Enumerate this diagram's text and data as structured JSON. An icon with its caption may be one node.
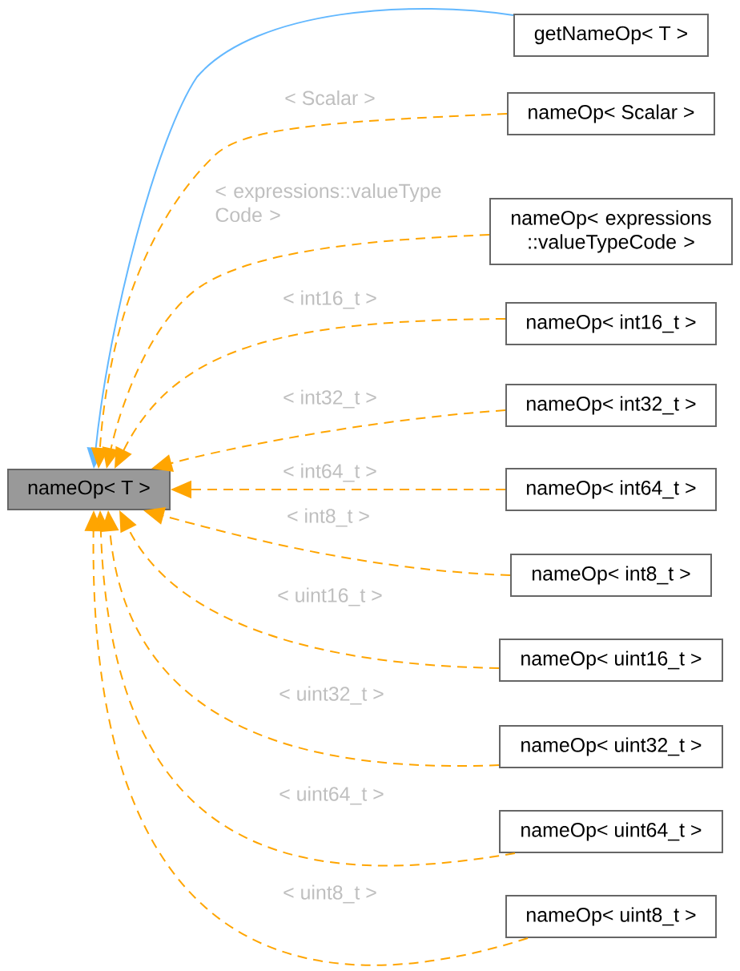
{
  "diagram": {
    "nodes": [
      {
        "text": [
          "nameOp< T >"
        ]
      },
      {
        "text": [
          "getNameOp< T >"
        ]
      },
      {
        "text": [
          "nameOp< Scalar >"
        ]
      },
      {
        "text": [
          "nameOp< expressions ::valueTypeCode >"
        ]
      },
      {
        "text": [
          "nameOp< int16_t >"
        ]
      },
      {
        "text": [
          "nameOp< int32_t >"
        ]
      },
      {
        "text": [
          "nameOp< int64_t >"
        ]
      },
      {
        "text": [
          "nameOp< int8_t >"
        ]
      },
      {
        "text": [
          "nameOp< uint16_t >"
        ]
      },
      {
        "text": [
          "nameOp< uint32_t >"
        ]
      },
      {
        "text": [
          "nameOp< uint64_t >"
        ]
      },
      {
        "text": [
          "nameOp< uint8_t >"
        ]
      }
    ],
    "edges": [
      {
        "from": 1,
        "to": 0,
        "arrow": "to",
        "color": "#63b8ff"
      },
      {
        "from": 2,
        "to": 0,
        "arrow": "to",
        "style": "dashed",
        "label": "< Scalar >"
      },
      {
        "from": 3,
        "to": 0,
        "arrow": "to",
        "style": "dashed",
        "label": "< expressions::valueType Code >"
      },
      {
        "from": 4,
        "to": 0,
        "arrow": "to",
        "style": "dashed",
        "label": "< int16_t >"
      },
      {
        "from": 5,
        "to": 0,
        "arrow": "to",
        "style": "dashed",
        "label": "< int32_t >"
      },
      {
        "from": 6,
        "to": 0,
        "arrow": "to",
        "style": "dashed",
        "label": "< int64_t >"
      },
      {
        "from": 7,
        "to": 0,
        "arrow": "to",
        "style": "dashed",
        "label": "< int8_t >"
      },
      {
        "from": 8,
        "to": 0,
        "arrow": "to",
        "style": "dashed",
        "label": "< uint16_t >"
      },
      {
        "from": 9,
        "to": 0,
        "arrow": "to",
        "style": "dashed",
        "label": "< uint32_t >"
      },
      {
        "from": 10,
        "to": 0,
        "arrow": "to",
        "style": "dashed",
        "label": "< uint64_t >"
      },
      {
        "from": 11,
        "to": 0,
        "arrow": "to",
        "style": "dashed",
        "label": "< uint8_t >"
      }
    ]
  }
}
